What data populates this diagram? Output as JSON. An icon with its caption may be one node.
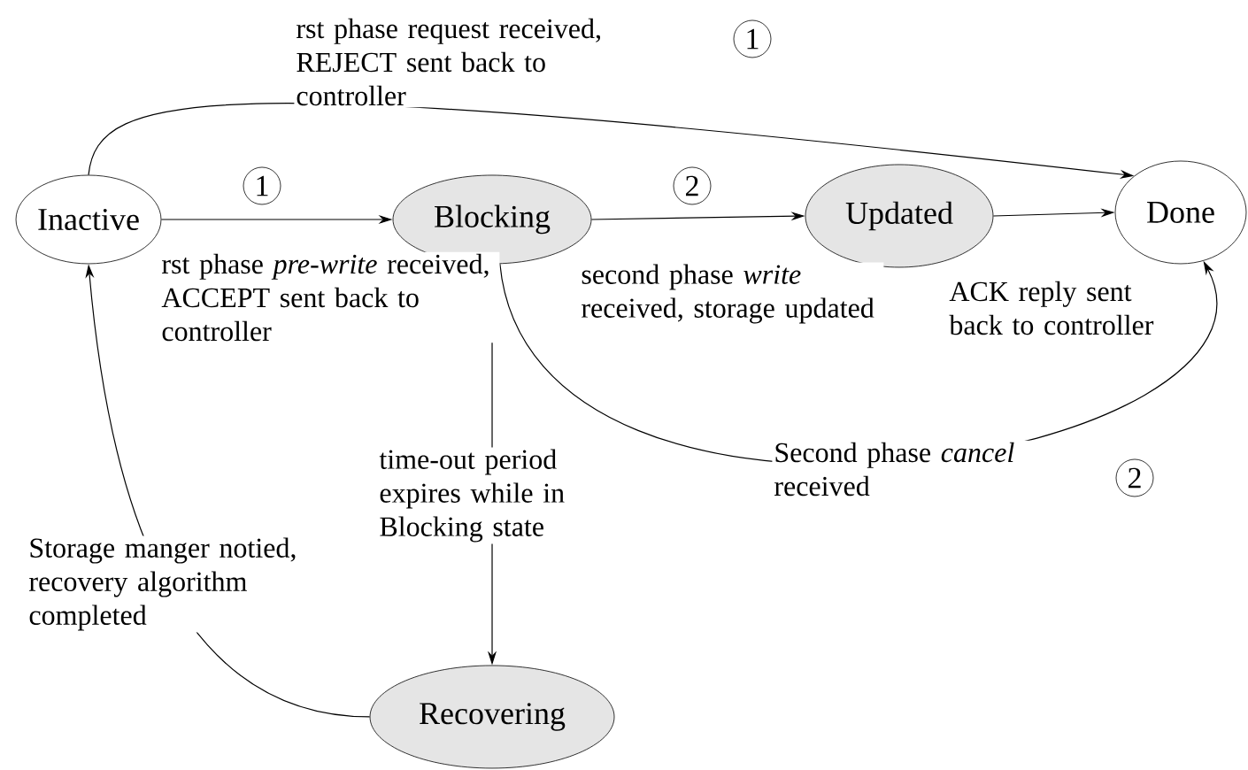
{
  "diagram": {
    "nodes": [
      {
        "text": [
          "Inactive"
        ]
      },
      {
        "text": [
          "Blocking"
        ]
      },
      {
        "text": [
          "Updated"
        ]
      },
      {
        "text": [
          "Done"
        ]
      },
      {
        "text": [
          "Recovering"
        ]
      }
    ],
    "edges": [
      {
        "from": 0,
        "to": 3,
        "arrow": "to",
        "label": "rst phase request received, REJECT sent back to controller"
      },
      {
        "from": 0,
        "to": 1,
        "arrow": "to",
        "label": "rst phase *pre-write* received, ACCEPT sent back to controller"
      },
      {
        "from": 1,
        "to": 2,
        "arrow": "to",
        "label": "second phase *write* received, storage updated"
      },
      {
        "from": 2,
        "to": 3,
        "arrow": "to",
        "label": "ACK reply sent back to controller"
      },
      {
        "from": 1,
        "to": 3,
        "arrow": "to",
        "label": "Second phase *cancel* received"
      },
      {
        "from": 1,
        "to": 4,
        "arrow": "to",
        "label": "time-out period expires while in Blocking state"
      },
      {
        "from": 4,
        "to": 0,
        "arrow": "to",
        "label": "Storage manger notied, recovery algorithm completed"
      }
    ],
    "labels": [
      "1",
      "1",
      "2",
      "2"
    ]
  }
}
